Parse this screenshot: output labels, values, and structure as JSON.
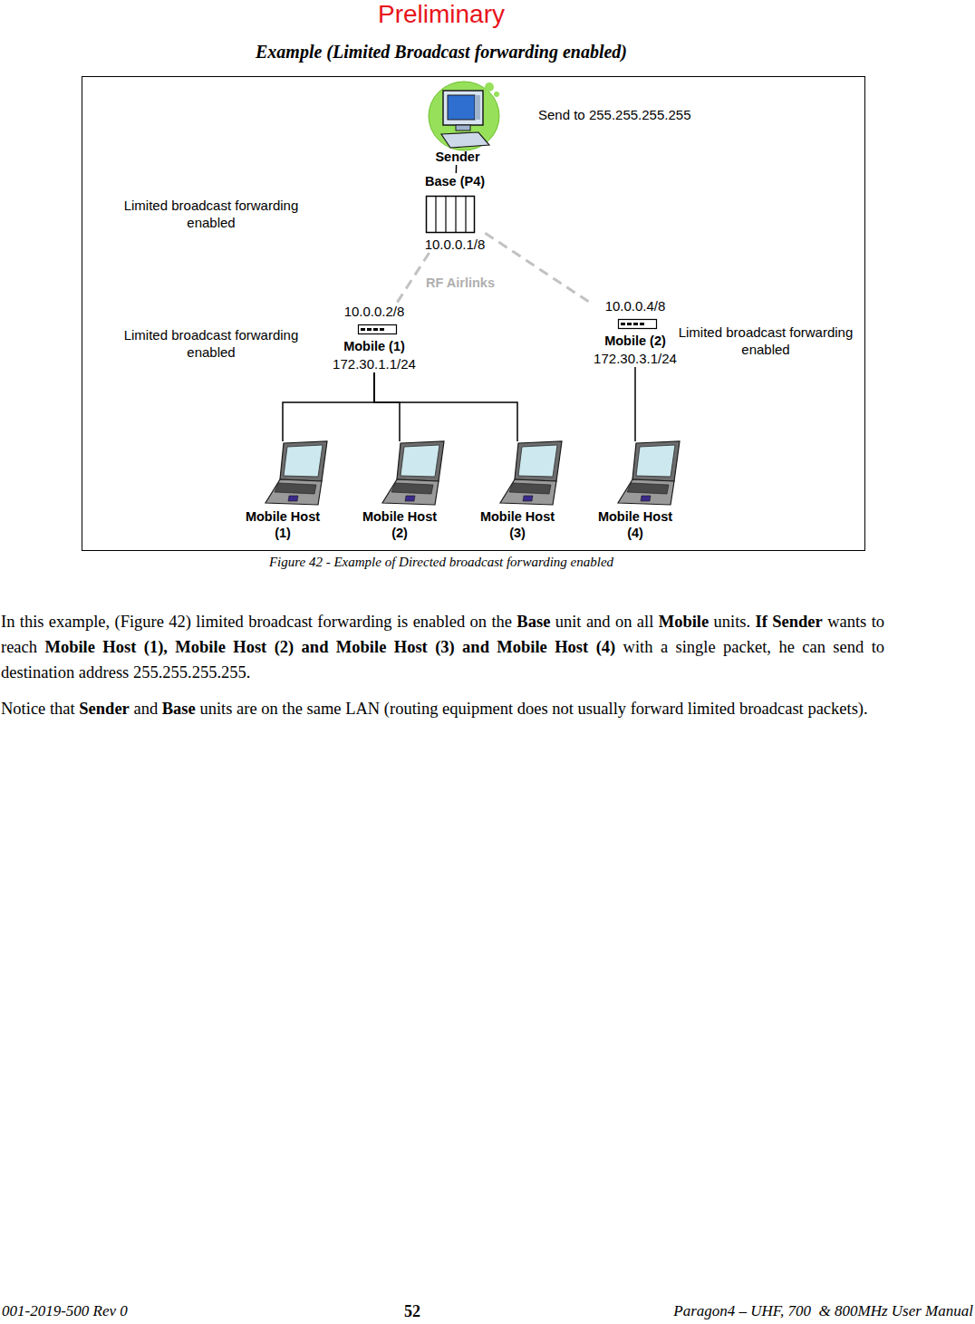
{
  "diagram": {
    "title": "Example (Limited Broadcast forwarding enabled)",
    "caption": "Figure 42 - Example of Directed broadcast forwarding enabled",
    "nodes": [
      {
        "text": [
          "Sender"
        ]
      },
      {
        "text": [
          "Base (P4)",
          "10.0.0.1/8"
        ]
      },
      {
        "text": [
          "10.0.0.2/8",
          "Mobile (1)",
          "172.30.1.1/24"
        ]
      },
      {
        "text": [
          "10.0.0.4/8",
          "Mobile (2)",
          "172.30.3.1/24"
        ]
      },
      {
        "text": [
          "Mobile Host (1)"
        ]
      },
      {
        "text": [
          "Mobile Host (2)"
        ]
      },
      {
        "text": [
          "Mobile Host (3)"
        ]
      },
      {
        "text": [
          "Mobile Host (4)"
        ]
      }
    ],
    "edges": [
      {
        "from": 0,
        "to": 1,
        "arrow": "none"
      },
      {
        "from": 1,
        "to": 2,
        "arrow": "none"
      },
      {
        "from": 1,
        "to": 3,
        "arrow": "none"
      },
      {
        "from": 2,
        "to": 4,
        "arrow": "none"
      },
      {
        "from": 2,
        "to": 5,
        "arrow": "none"
      },
      {
        "from": 2,
        "to": 6,
        "arrow": "none"
      },
      {
        "from": 3,
        "to": 7,
        "arrow": "none"
      }
    ],
    "labels": [
      "Preliminary",
      "Send to 255.255.255.255",
      "Limited broadcast forwarding enabled",
      "Limited broadcast forwarding enabled",
      "Limited broadcast forwarding enabled",
      "RF Airlinks",
      "In this example, (Figure 42) limited broadcast forwarding is enabled on the",
      "Base",
      "unit and on all",
      "Mobile",
      "units.",
      "If Sender",
      "wants to reach",
      "Mobile Host (1)",
      ",",
      "Mobile Host (2) and Mobile Host (3) and Mobile Host (4)",
      "with a single packet, he can send to destination address 255.255.255.255.",
      "Notice that",
      "Sender",
      "and",
      "Base",
      "units are on the same LAN (routing equipment does not usually forward limited broadcast packets).",
      "001-2019-500 Rev 0",
      "52",
      "Paragon4 – UHF, 700  & 800MHz User Manual"
    ]
  }
}
